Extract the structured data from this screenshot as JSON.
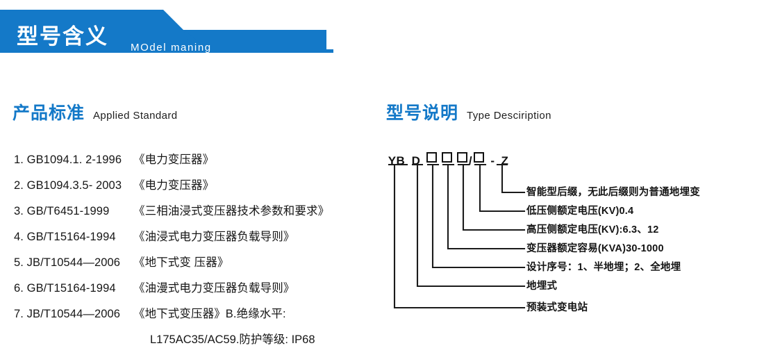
{
  "banner": {
    "title": "型号含义",
    "subtitle": "MOdel maning",
    "color": "#1479c8"
  },
  "sections": {
    "left": {
      "cn": "产品标准",
      "en": "Applied Standard"
    },
    "right": {
      "cn": "型号说明",
      "en": "Type Desciription"
    }
  },
  "standards": {
    "items": [
      {
        "code": "1. GB1094.1. 2-1996",
        "name": "《电力变压器》"
      },
      {
        "code": "2. GB1094.3.5- 2003",
        "name": "《电力变压器》"
      },
      {
        "code": "3. GB/T6451-1999",
        "name": "《三相油浸式变压器技术参数和要求》"
      },
      {
        "code": "4. GB/T15164-1994",
        "name": "《油浸式电力变压器负载导则》"
      },
      {
        "code": "5. JB/T10544—2006",
        "name": "《地下式变 压器》"
      },
      {
        "code": "6. GB/T15164-1994",
        "name": "《油漫式电力变压器负载导则》"
      },
      {
        "code": "7. JB/T10544—2006",
        "name": "《地下式变压器》B.绝缘水平:"
      }
    ],
    "continuation": "L175AC35/AC59.防护等级: IP68"
  },
  "model": {
    "code_tokens": [
      {
        "type": "text",
        "text": "YB"
      },
      {
        "type": "text",
        "text": "D"
      },
      {
        "type": "box",
        "text": ""
      },
      {
        "type": "box",
        "text": ""
      },
      {
        "type": "box",
        "text": ""
      },
      {
        "type": "text",
        "text": "/"
      },
      {
        "type": "box",
        "text": ""
      },
      {
        "type": "text",
        "text": "-"
      },
      {
        "type": "text",
        "text": "Z"
      }
    ],
    "code_string": "YB D □□□/□ - Z",
    "labels": [
      "智能型后缀，无此后缀则为普通地埋变",
      "低压侧额定电压(KV)0.4",
      "高压侧额定电压(KV):6.3、12",
      "变压器额定容易(KVA)30-1000",
      "设计序号：1、半地埋；2、全地埋",
      "地埋式",
      "预装式变电站"
    ]
  }
}
